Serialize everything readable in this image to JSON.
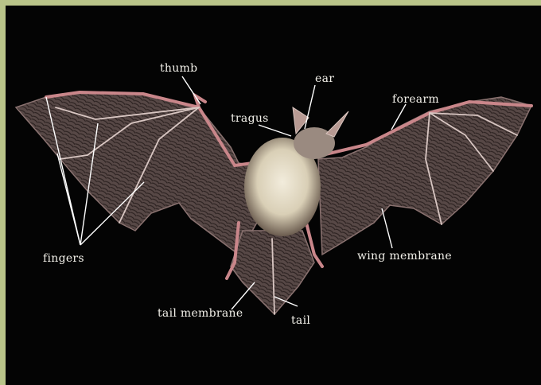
{
  "colors": {
    "border": "#b9c489",
    "background": "#040404",
    "label": "#f3f1ea",
    "wing_membrane": "#5a4b49",
    "bone": "#c9868a",
    "fur": "#e7e0cc"
  },
  "labels": {
    "thumb": "thumb",
    "ear": "ear",
    "tragus": "tragus",
    "forearm": "forearm",
    "fingers": "fingers",
    "wing_membrane": "wing membrane",
    "tail_membrane": "tail membrane",
    "tail": "tail"
  }
}
